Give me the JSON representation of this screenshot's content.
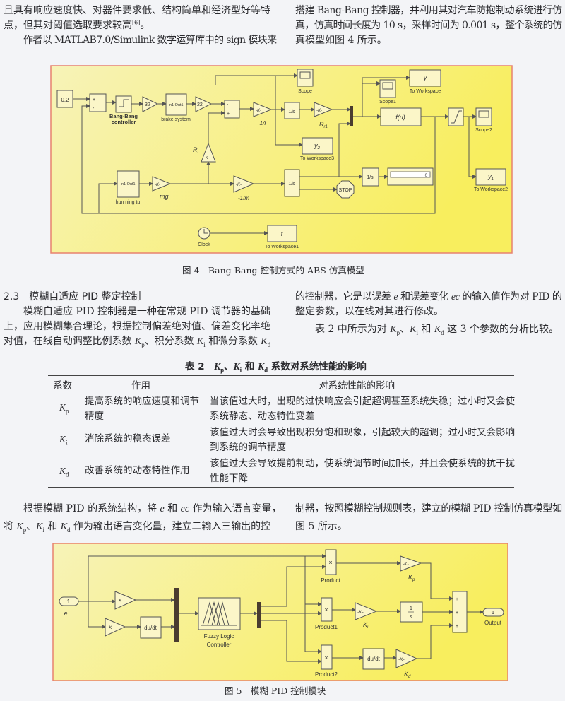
{
  "top_left": {
    "l1": "且具有响应速度快、对器件要求低、结构简单和经济型好等特",
    "l2": "点，但其对阈值选取要求较高",
    "l2_ref": "[6]",
    "l2_end": "。",
    "l3": "作者以 MATLAB7.0/Simulink 数学运算库中的 sign 模块来"
  },
  "top_right": {
    "l1": "搭建 Bang-Bang 控制器，并利用其对汽车防抱制动系统进行仿",
    "l2": "真，仿真时间长度为 10 s，采样时间为 0.001 s，整个系统的仿",
    "l3": "真模型如图 4 所示。"
  },
  "fig4": {
    "caption": "图 4　Bang-Bang 控制方式的 ABS 仿真模型",
    "const": "0.2",
    "bang_label1": "Bang-Bang",
    "bang_label2": "controller",
    "gain32": "32",
    "subsys_text": "In1 Out1",
    "brake_label": "brake system",
    "gain22": "22",
    "gainK": "-K-",
    "inv_I": "1/I",
    "int_text": "1/s",
    "Rr1": "R",
    "Rr1_sub": "r1",
    "Rr": "R",
    "Rr_sub": "r",
    "scope": "Scope",
    "scope1": "Scope1",
    "scope2": "Scope2",
    "y": "y",
    "to_ws": "To Workspace",
    "fu": "f(u)",
    "y2": "y",
    "y2_sub": "2",
    "to_ws3": "To Workspace3",
    "y1": "y",
    "y1_sub": "1",
    "to_ws2": "To Workspace2",
    "hun_label": "hun ning tu",
    "mg": "mg",
    "inv_m": "-1/m",
    "display_value": "0",
    "stop": "STOP",
    "clock": "Clock",
    "t": "t",
    "to_ws1": "To Workspace1",
    "plus": "+",
    "minus": "-"
  },
  "section": {
    "title": "2.3　模糊自适应 PID 整定控制",
    "left_l1": "模糊自适应 PID 控制器是一种在常规 PID 调节器的基础",
    "left_l2": "上，应用模糊集合理论，根据控制偏差绝对值、偏差变化率绝",
    "left_l3a": "对值，在线自动调整比例系数 ",
    "left_l3b": "、积分系数 ",
    "left_l3c": " 和微分系数 ",
    "right_l1a": "的控制器，它是以误差 ",
    "right_l1b": " 和误差变化 ",
    "right_l1c": " 的输入值作为对 PID 的",
    "right_l2": "整定参数，以在线对其进行修改。",
    "right_l3a": "表 2 中所示为对 ",
    "right_l3b": "、",
    "right_l3c": " 和 ",
    "right_l3d": " 这 3 个参数的分析比较。",
    "e": "e",
    "ec": "ec"
  },
  "k": {
    "K": "K",
    "p": "p",
    "i": "i",
    "d": "d"
  },
  "table2": {
    "title_a": "表 2　",
    "title_b": "、",
    "title_c": " 和 ",
    "title_d": " 系数对系统性能的影响",
    "headers": [
      "系数",
      "作用",
      "对系统性能的影响"
    ],
    "rows": [
      {
        "sub": "p",
        "role_l1": "提高系统的响应速度和调节",
        "role_l2": "精度",
        "effect_l1": "当该值过大时，出现的过快响应会引起超调甚至系统失稳；过小时又会使",
        "effect_l2": "系统静态、动态特性变差"
      },
      {
        "sub": "i",
        "role_l1": "消除系统的稳态误差",
        "role_l2": "",
        "effect_l1": "该值过大时会导致出现积分饱和现象，引起较大的超调；过小时又会影响",
        "effect_l2": "到系统的调节精度"
      },
      {
        "sub": "d",
        "role_l1": "改善系统的动态特性作用",
        "role_l2": "",
        "effect_l1": "该值过大会导致提前制动，使系统调节时间加长，并且会使系统的抗干扰",
        "effect_l2": "性能下降"
      }
    ]
  },
  "bottom": {
    "left_l1a": "根据模糊 PID 的系统结构，将 ",
    "left_l1b": " 和 ",
    "left_l1c": " 作为输入语言变量，",
    "left_l2a": "将 ",
    "left_l2b": "、",
    "left_l2c": " 和 ",
    "left_l2d": " 作为输出语言变化量，建立二输入三输出的控",
    "right_l1": "制器，按照模糊控制规则表，建立的模糊 PID 控制仿真模型如",
    "right_l2": "图 5 所示。"
  },
  "fig5": {
    "caption": "图 5　模糊 PID 控制模块",
    "in_port": "1",
    "in_label": "e",
    "gainK": "-K-",
    "dudt": "du/dt",
    "fuzzy1": "Fuzzy Logic",
    "fuzzy2": "Controller",
    "times": "×",
    "product": "Product",
    "product1": "Product1",
    "product2": "Product2",
    "Kp": "K",
    "Ki": "K",
    "Kd": "K",
    "int_num": "1",
    "int_den": "s",
    "plus": "+",
    "out_port": "1",
    "out_label": "Output"
  },
  "colors": {
    "figure_bg": "#f8f2a8",
    "figure_border": "#e8826e"
  }
}
